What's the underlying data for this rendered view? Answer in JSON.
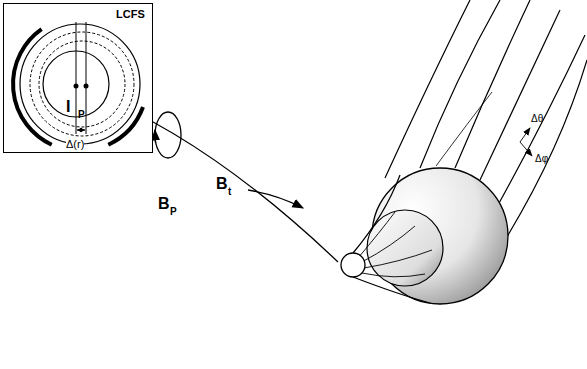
{
  "diagram": {
    "nodes": [
      {
        "text": [
          "LCFS",
          "Δ(r)"
        ]
      }
    ],
    "labels": [
      "I",
      "P",
      "B",
      "P",
      "B",
      "t",
      "Δθ",
      "Δφ"
    ]
  }
}
